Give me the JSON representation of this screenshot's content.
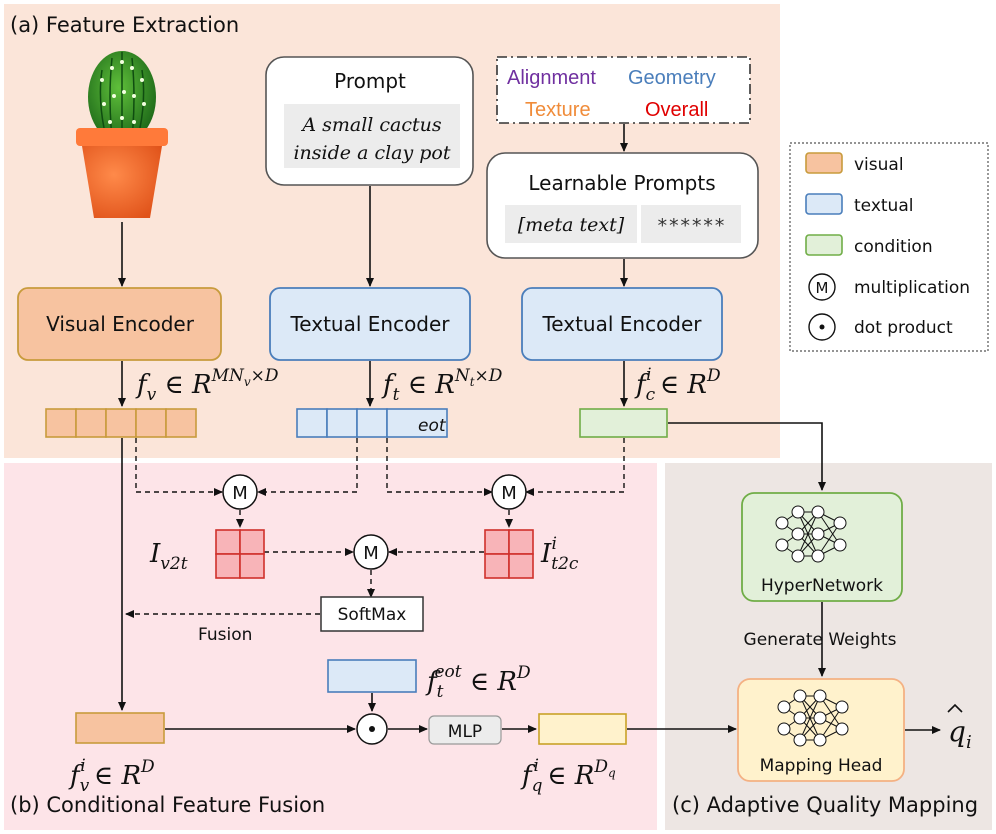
{
  "sections": {
    "a_title": "(a) Feature Extraction",
    "b_title": "(b) Conditional Feature Fusion",
    "c_title": "(c) Adaptive Quality Mapping"
  },
  "prompt": {
    "title": "Prompt",
    "text_line1": "A small cactus",
    "text_line2": "inside a clay pot"
  },
  "conditions": {
    "alignment": "Alignment",
    "geometry": "Geometry",
    "texture": "Texture",
    "overall": "Overall",
    "colors": {
      "alignment": "#7030a0",
      "geometry": "#4a7ebb",
      "texture": "#f08c3a",
      "overall": "#e00000"
    }
  },
  "learnable": {
    "title": "Learnable Prompts",
    "meta": "[meta text]",
    "stars": "******"
  },
  "encoders": {
    "visual": "Visual Encoder",
    "textual1": "Textual Encoder",
    "textual2": "Textual Encoder"
  },
  "features": {
    "fv": {
      "base": "f",
      "sub": "v",
      "rest": " ∈ R",
      "sup": "MN",
      "sup_sub": "v",
      "sup_tail": "×D"
    },
    "ft": {
      "base": "f",
      "sub": "t",
      "rest": " ∈ R",
      "sup": "N",
      "sup_sub": "t",
      "sup_tail": "×D"
    },
    "fc": {
      "base": "f",
      "sub": "c",
      "supi": "i",
      "rest": " ∈ R",
      "sup": "D"
    },
    "eot_tag": "eot",
    "fv_i": {
      "base": "f",
      "sub": "v",
      "supi": "i",
      "rest": " ∈ R",
      "sup": "D"
    },
    "ft_eot": {
      "base": "f",
      "sub": "t",
      "supi": "eot",
      "rest": " ∈ R",
      "sup": "D"
    },
    "fq_i": {
      "base": "f",
      "sub": "q",
      "supi": "i",
      "rest": " ∈ R",
      "sup": "D",
      "sup_sub": "q"
    }
  },
  "fusion": {
    "m_symbol": "M",
    "iv2t": {
      "base": "I",
      "sub": "v2t"
    },
    "it2c": {
      "base": "I",
      "sub": "t2c",
      "supi": "i"
    },
    "softmax": "SoftMax",
    "fusion_label": "Fusion",
    "mlp": "MLP"
  },
  "mapping": {
    "hypernetwork": "HyperNetwork",
    "generate": "Generate Weights",
    "head": "Mapping Head",
    "output": "q",
    "output_sub": "i"
  },
  "legend": {
    "items": [
      {
        "label": "visual",
        "fill": "#f7c3a0",
        "stroke": "#c89b3c"
      },
      {
        "label": "textual",
        "fill": "#dce9f7",
        "stroke": "#4a7ebb"
      },
      {
        "label": "condition",
        "fill": "#e2f0d9",
        "stroke": "#70ad47"
      },
      {
        "label": "multiplication",
        "symbol": "M"
      },
      {
        "label": "dot product",
        "symbol": "·"
      }
    ]
  },
  "colors": {
    "panel_a": "#fbe5d9",
    "panel_b": "#fde4e8",
    "panel_c": "#ede6e3",
    "visual_fill": "#f7c3a0",
    "visual_stroke": "#c89b3c",
    "textual_fill": "#dce9f7",
    "textual_stroke": "#4a7ebb",
    "cond_fill": "#e2f0d9",
    "cond_stroke": "#70ad47",
    "quality_fill": "#fff2cc",
    "quality_stroke": "#c9a227",
    "attn_fill": "#f8b4b8",
    "attn_stroke": "#d0302b"
  }
}
